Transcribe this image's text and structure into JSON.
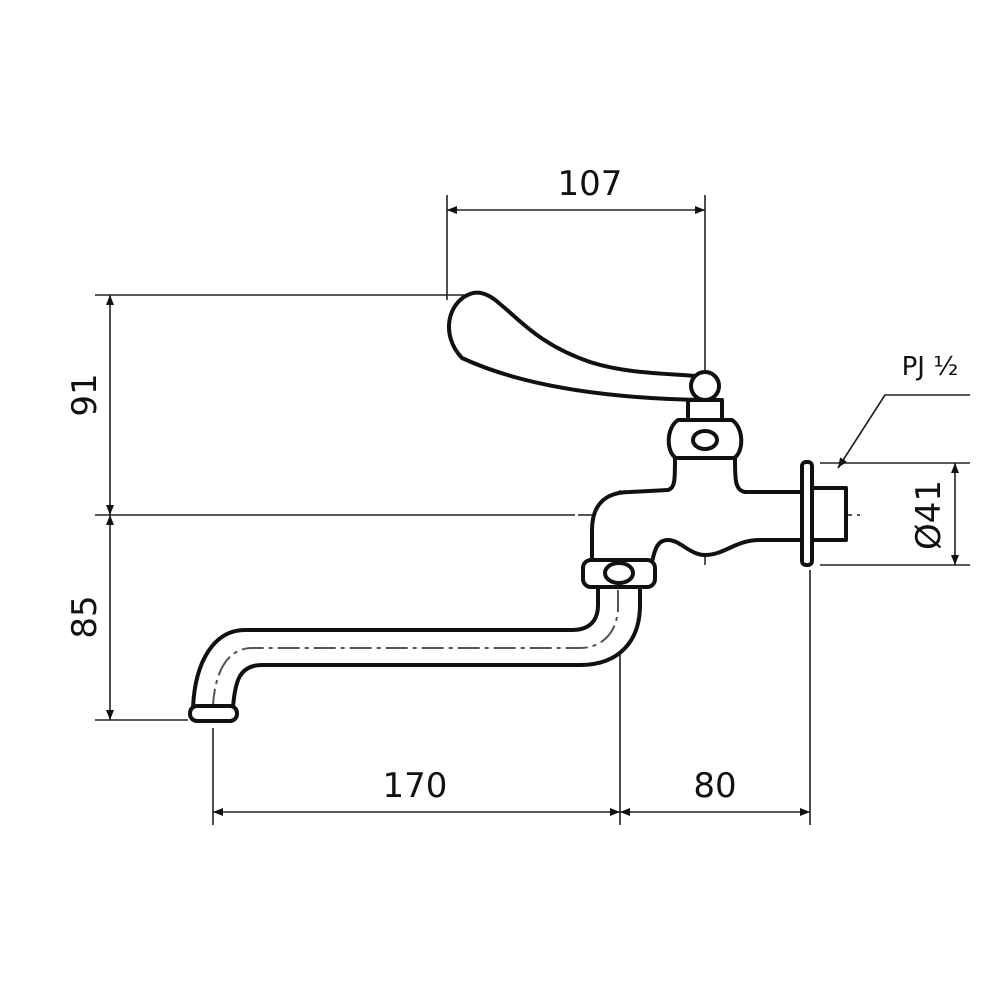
{
  "dimensions": {
    "handle_width": "107",
    "handle_height": "91",
    "spout_drop": "85",
    "spout_reach": "170",
    "body_length": "80",
    "flange_diameter": "Ø41"
  },
  "thread_label": "PJ ½"
}
